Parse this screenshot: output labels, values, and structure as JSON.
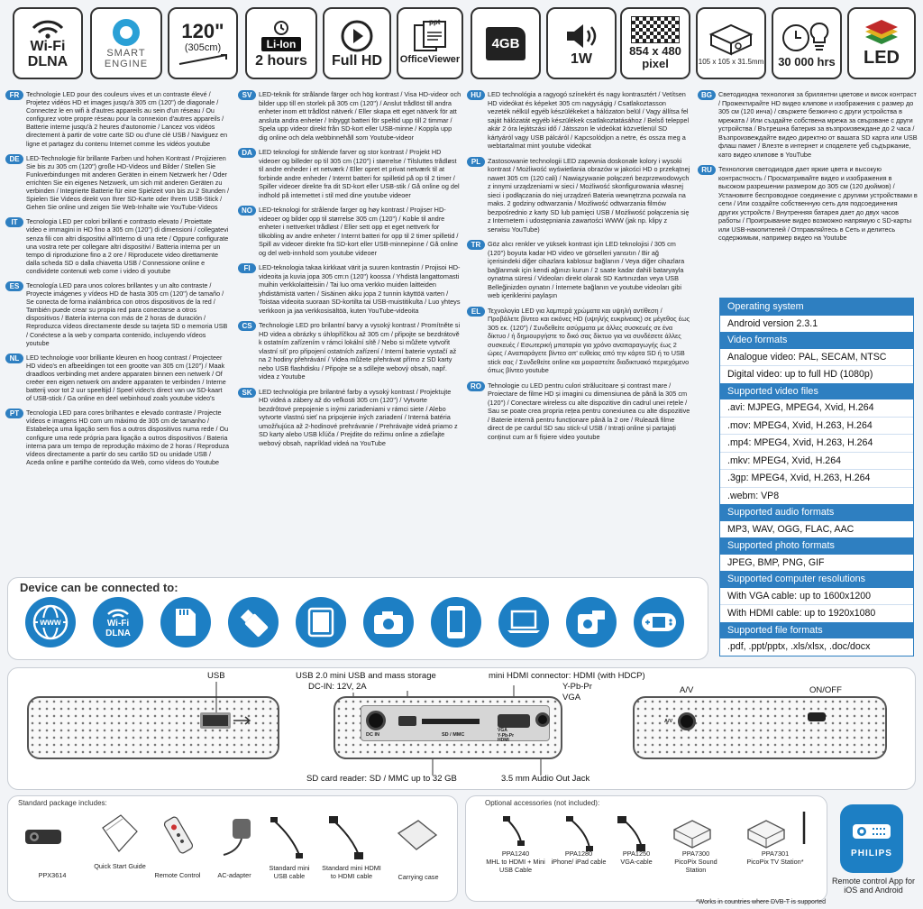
{
  "features": [
    {
      "id": "wifi",
      "line1": "Wi-Fi",
      "line2": "DLNA"
    },
    {
      "id": "smart",
      "line1": "SMART",
      "line2": "ENGINE"
    },
    {
      "id": "size",
      "line1": "120\"",
      "line2": "(305cm)"
    },
    {
      "id": "battery",
      "line1": "Li-Ion",
      "line2": "2 hours"
    },
    {
      "id": "hd",
      "line1": "Full HD"
    },
    {
      "id": "office",
      "line1": "ppt",
      "line2": "OfficeViewer"
    },
    {
      "id": "memory",
      "line1": "4GB"
    },
    {
      "id": "speaker",
      "line1": "1W"
    },
    {
      "id": "resolution",
      "line1": "854 x 480",
      "line2": "pixel"
    },
    {
      "id": "dimensions",
      "line1": "105 x 105 x 31.5mm"
    },
    {
      "id": "lifetime",
      "line1": "30 000 hrs"
    },
    {
      "id": "led",
      "line1": "LED"
    }
  ],
  "langs": [
    {
      "code": "FR",
      "text": "Technologie LED pour des couleurs vives et un contraste élevé / Projetez vidéos HD et images jusqu'à 305 cm (120\") de diagonale / Connectez le en wifi à d'autres appareils au sein d'un réseau / Ou configurez votre propre réseau pour la connexion d'autres appareils / Batterie interne jusqu'à 2 heures d'autonomie / Lancez vos vidéos directement à partir de votre carte SD ou d'une clé USB / Naviguez en ligne et partagez du contenu Internet comme les vidéos youtube"
    },
    {
      "code": "DE",
      "text": "LED-Technologie für brillante Farben und hohen Kontrast / Projizieren Sie bis zu 305 cm (120\") große HD-Videos und Bilder / Stellen Sie Funkverbindungen mit anderen Geräten in einem Netzwerk her / Oder errichten Sie ein eigenes Netzwerk, um sich mit anderen Geräten zu verbinden / Integrierte Batterie für eine Spielzeit von bis zu 2 Stunden / Spielen Sie Videos direkt von Ihrer SD-Karte oder Ihrem USB-Stick / Gehen Sie online und zeigen Sie Web-Inhalte wie YouTube-Videos"
    },
    {
      "code": "IT",
      "text": "Tecnologia LED per colori brillanti e contrasto elevato / Proiettate video e immagini in HD fino a 305 cm (120\") di dimensioni / collegatevi senza fili con altri dispositivi all'interno di una rete / Oppure configurate una vostra rete per collegare altri dispositivi / Batteria interna per un tempo di riproduzione fino a 2 ore / Riproducete video direttamente dalla scheda SD o dalla chiavetta USB / Connessione online e condividete contenuti web come i video di youtube"
    },
    {
      "code": "ES",
      "text": "Tecnología LED para unos colores brillantes y un alto contraste / Proyecte imágenes y vídeos HD de hasta 305 cm (120\") de tamaño / Se conecta de forma inalámbrica con otros dispositivos de la red / También puede crear su propia red para conectarse a otros dispositivos / Batería interna con más de 2 horas de duración / Reproduzca vídeos directamente desde su tarjeta SD o memoria USB / Conéctese a la web y comparta contenido, incluyendo vídeos youtube"
    },
    {
      "code": "NL",
      "text": "LED technologie voor brilliante kleuren en hoog contrast / Projecteer HD video's en afbeeldingen tot een grootte van 305 cm (120\") / Maak draadloos verbinding met andere apparaten binnen een netwerk / Of creëer een eigen netwerk om andere apparaten te verbinden / Interne batterij voor tot 2 uur speeltijd / Speel video's direct van uw SD-kaart of USB-stick / Ga online en deel webinhoud zoals youtube video's"
    },
    {
      "code": "PT",
      "text": "Tecnologia LED para cores brilhantes e elevado contraste / Projecte vídeos e imagens HD com um máximo de 305 cm de tamanho / Estabeleça uma ligação sem fios a outros dispositivos numa rede / Ou configure uma rede própria para ligação a outros dispositivos / Bateria interna para um tempo de reprodução máximo de 2 horas / Reproduza vídeos directamente a partir do seu cartão SD ou unidade USB / Aceda online e partilhe conteúdo da Web, como vídeos do Youtube"
    },
    {
      "code": "SV",
      "text": "LED-teknik för strålande färger och hög kontrast / Visa HD-videor och bilder upp till en storlek på 305 cm (120\") / Anslut trådlöst till andra enheter inom ett trådlöst nätverk / Eller skapa ett eget nätverk för att ansluta andra enheter / Inbyggt batteri för speltid upp till 2 timmar / Spela upp videor direkt från SD-kort eller USB-minne / Koppla upp dig online och dela webbinnehåll som Youtube-videor"
    },
    {
      "code": "DA",
      "text": "LED teknologi for strålende farver og stor kontrast / Projekt HD videoer og billeder op til 305 cm (120\") i størrelse / Tilsluttes trådløst til andre enheder i et netværk / Eller opret et privat netværk til at forbinde andre enheder / Internt batteri for spilletid på op til 2 timer / Spiller videoer direkte fra dit SD-kort eller USB-stik / Gå online og del indhold på internettet i stil med dine youtube videoer"
    },
    {
      "code": "NO",
      "text": "LED-teknologi for strålende farger og høy kontrast / Projiser HD-videoer og bilder opp til størrelse 305 cm (120\") / Koble til andre enheter i nettverket trådløst / Eller sett opp et eget nettverk for tilkobling av andre enheter / Internt batteri for opp til 2 timer spilletid / Spill av videoer direkte fra SD-kort eller USB-minnepinne / Gå online og del web-innhold som youtube videoer"
    },
    {
      "code": "FI",
      "text": "LED-teknologia takaa kirkkaat värit ja suuren kontrastin / Projisoi HD-videoita ja kuvia jopa 305 cm:n (120\") koossa / Yhdistä langattomasti muihin verkkolaitteisiin / Tai luo oma verkko muiden laitteiden yhdistämistä varten / Sisäinen akku jopa 2 tunnin käyttöä varten / Toistaa videoita suoraan SD-kortilta tai USB-muistitikulta / Luo yhteys verkkoon ja jaa verkkosisältöä, kuten YouTube-videoita"
    },
    {
      "code": "CS",
      "text": "Technologie LED pro brilantní barvy a vysoký kontrast / Promítněte si HD videa a obrázky s úhlopříčkou až 305 cm / připojte se bezdrátově k ostatním zařízením v rámci lokální sítě / Nebo si můžete vytvořit vlastní síť pro připojení ostatních zařízení / Interní baterie vystačí až na 2 hodiny přehrávání / Videa můžete přehrávat přímo z SD karty nebo USB flashdisku / Připojte se a sdílejte webový obsah, např. videa z Youtube"
    },
    {
      "code": "SK",
      "text": "LED technológia pre brilantné farby a vysoký kontrast / Projektujte HD videá a zábery až do veľkosti 305 cm (120\") / Vytvorte bezdrôtové prepojenie s inými zariadeniami v rámci siete / Alebo vytvorte vlastnú sieť na pripojenie iných zariadení / Interná batéria umožňujúca až 2-hodinové prehrávanie / Prehrávajte videá priamo z SD karty alebo USB kľúča / Prejdite do režimu online a zdieľajte webový obsah, napríklad videá na YouTube"
    },
    {
      "code": "HU",
      "text": "LED technológia a ragyogó színekért és nagy kontrasztért / Vetítsen HD videókat és képeket 305 cm nagyságig / Csatlakoztasson vezeték nélkül egyéb készülékeket a hálózaton belül / Vagy állítsa fel saját hálózatát egyéb készülékek csatlakoztatásához / Belső teleppel akár 2 óra lejátszási idő / Játsszon le videókat közvetlenül SD kártyáról vagy USB pálcáról / Kapcsolódjon a netre, és ossza meg a webtartalmat mint youtube videókat"
    },
    {
      "code": "PL",
      "text": "Zastosowanie technologii LED zapewnia doskonałe kolory i wysoki kontrast / Możliwość wyświetlania obrazów w jakości HD o przekątnej nawet 305 cm (120 cali) / Nawiązywanie połączeń bezprzewodowych z innymi urządzeniami w sieci / Możliwość skonfigurowania własnej sieci i podłączania do niej urządzeń Bateria wewnętrzna pozwala na maks. 2 godziny odtwarzania / Możliwość odtwarzania filmów bezpośrednio z karty SD lub pamięci USB / Możliwość połączenia się z Internetem i udostępniania zawartości WWW (jak np. klipy z serwisu YouTube)"
    },
    {
      "code": "TR",
      "text": "Göz alıcı renkler ve yüksek kontrast için LED teknolojisi / 305 cm (120\") boyuta kadar HD video ve görselleri yansıtın / Bir ağ içerisindeki diğer cihazlara kablosuz bağlanın / Veya diğer cihazlara bağlanmak için kendi ağınızı kurun / 2 saate kadar dahili bataryayla oynatma süresi / Videoları direkt olarak SD Kartınızdan veya USB Belleğinizden oynatın / İnternete bağlanın ve youtube videoları gibi web içeriklerini paylaşın"
    },
    {
      "code": "EL",
      "text": "Τεχνολογία LED για λαμπερά χρώματα και υψηλή αντίθεση / Προβάλετε βίντεο και εικόνες HD (υψηλής ευκρίνειας) σε μέγεθος έως 305 εκ. (120\") / Συνδεθείτε ασύρματα με άλλες συσκευές σε ένα δίκτυο / ή δημιουργήστε το δικό σας δίκτυο για να συνδέσετε άλλες συσκευές / Εσωτερική μπαταρία για χρόνο αναπαραγωγής έως 2 ώρες / Αναπαράγετε βίντεο απ' ευθείας από την κάρτα SD ή το USB stick σας / Συνδεθείτε online και μοιραστείτε διαδικτυακό περιεχόμενο όπως βίντεο youtube"
    },
    {
      "code": "RO",
      "text": "Tehnologie cu LED pentru culori strălucitoare și contrast mare / Proiectare de filme HD și imagini cu dimensiunea de până la 305 cm (120\") / Conectare wireless cu alte dispozitive din cadrul unei rețele / Sau se poate crea propria rețea pentru conexiunea cu alte dispozitive / Baterie internă pentru funcționare până la 2 ore / Rulează filme direct de pe cardul SD sau stick-ul USB / Intrați online și partajați conținut cum ar fi fișiere video youtube"
    },
    {
      "code": "BG",
      "text": "Светодиодна технология за брилянтни цветове и висок контраст / Прожектирайте HD видео клипове и изображения с размер до 305 см (120 инча) / свържете безжично с други устройства в мрежата / Или създайте собствена мрежа за свързване с други устройства / Вътрешна батерия за възпроизвеждане до 2 часа / Възпроизвеждайте видео директно от вашата SD карта или USB флаш памет / Влезте в интернет и споделете уеб съдържание, като видео клипове в YouTube"
    },
    {
      "code": "RU",
      "text": "Технология светодиодов дает яркие цвета и высокую контрастность / Просматривайте видео и изображения в высоком разрешении размером до 305 см (120 дюймов) / Установите беспроводное соединение с другими устройствами в сети / Или создайте собственную сеть для подсоединения других устройств / Внутренняя батарея дает до двух часов работы / Проигрывание видео возможно напрямую с SD-карты или USB-накопителей / Отправляйтесь в Сеть и делитесь содержимым, например видео на Youtube"
    }
  ],
  "specs": [
    {
      "type": "header",
      "text": "Operating system"
    },
    {
      "type": "row",
      "text": "Android version 2.3.1"
    },
    {
      "type": "header",
      "text": "Video formats"
    },
    {
      "type": "row",
      "text": "Analogue video: PAL, SECAM, NTSC"
    },
    {
      "type": "row",
      "text": "Digital video: up to full HD (1080p)"
    },
    {
      "type": "header",
      "text": "Supported video files"
    },
    {
      "type": "row",
      "text": ".avi: MJPEG, MPEG4, Xvid, H.264"
    },
    {
      "type": "row",
      "text": ".mov: MPEG4, Xvid, H.263, H.264"
    },
    {
      "type": "row",
      "text": ".mp4: MPEG4, Xvid, H.263, H.264"
    },
    {
      "type": "row",
      "text": ".mkv: MPEG4, Xvid, H.264"
    },
    {
      "type": "row",
      "text": ".3gp: MPEG4, Xvid, H.263, H.264"
    },
    {
      "type": "row",
      "text": ".webm: VP8"
    },
    {
      "type": "header",
      "text": "Supported audio formats"
    },
    {
      "type": "row",
      "text": "MP3, WAV, OGG, FLAC, AAC"
    },
    {
      "type": "header",
      "text": "Supported photo formats"
    },
    {
      "type": "row",
      "text": "JPEG, BMP, PNG, GIF"
    },
    {
      "type": "header",
      "text": "Supported computer resolutions"
    },
    {
      "type": "row",
      "text": "With VGA cable: up to 1600x1200"
    },
    {
      "type": "row",
      "text": "With HDMI cable: up to 1920x1080"
    },
    {
      "type": "header",
      "text": "Supported file formats"
    },
    {
      "type": "row",
      "text": ".pdf, .ppt/pptx, .xls/xlsx, .doc/docx"
    }
  ],
  "devices": {
    "title": "Device can be connected to:",
    "items": [
      {
        "id": "www",
        "label": "www"
      },
      {
        "id": "wifi-dlna",
        "line1": "Wi-Fi",
        "line2": "DLNA"
      },
      {
        "id": "sd"
      },
      {
        "id": "usb"
      },
      {
        "id": "tablet"
      },
      {
        "id": "camera"
      },
      {
        "id": "phone"
      },
      {
        "id": "laptop"
      },
      {
        "id": "camcorder"
      },
      {
        "id": "console"
      }
    ]
  },
  "ports": {
    "usb": "USB",
    "mini_usb": "USB 2.0 mini USB and mass storage",
    "dc_in": "DC-IN: 12V, 2A",
    "mini_hdmi": "mini HDMI connector: HDMI (with HDCP)",
    "ypbpr": "Y-Pb-Pr",
    "vga": "VGA",
    "av": "A/V",
    "onoff": "ON/OFF",
    "sd_reader": "SD card reader: SD / MMC up to 32 GB",
    "audio_out": "3.5 mm Audio Out Jack",
    "dc_in_small": "DC IN",
    "sd_mmc_small": "SD / MMC",
    "vga_small": "VGA\nY-Pb-Pr\nHDMI",
    "av_small": "A/V"
  },
  "package": {
    "title": "Standard package includes:",
    "items": [
      "PPX3614",
      "Quick Start Guide",
      "Remote Control",
      "AC-adapter",
      "Standard mini USB cable",
      "Standard mini HDMI to HDMI cable",
      "Carrying case"
    ]
  },
  "accessories": {
    "title": "Optional accessories (not included):",
    "items": [
      {
        "code": "PPA1240",
        "name": "MHL to HDMI + Mini USB Cable"
      },
      {
        "code": "PPA1280",
        "name": "iPhone/ iPad cable"
      },
      {
        "code": "PPA1250",
        "name": "VGA-cable"
      },
      {
        "code": "PPA7300",
        "name": "PicoPix Sound Station"
      },
      {
        "code": "PPA7301",
        "name": "PicoPix TV Station*"
      }
    ],
    "footnote": "*Works in countries where DVB-T is supported"
  },
  "app": {
    "brand": "PHILIPS",
    "caption": "Remote control App for iOS and Android"
  },
  "colors": {
    "accent": "#2e7fc1",
    "device": "#1d7fc4"
  }
}
